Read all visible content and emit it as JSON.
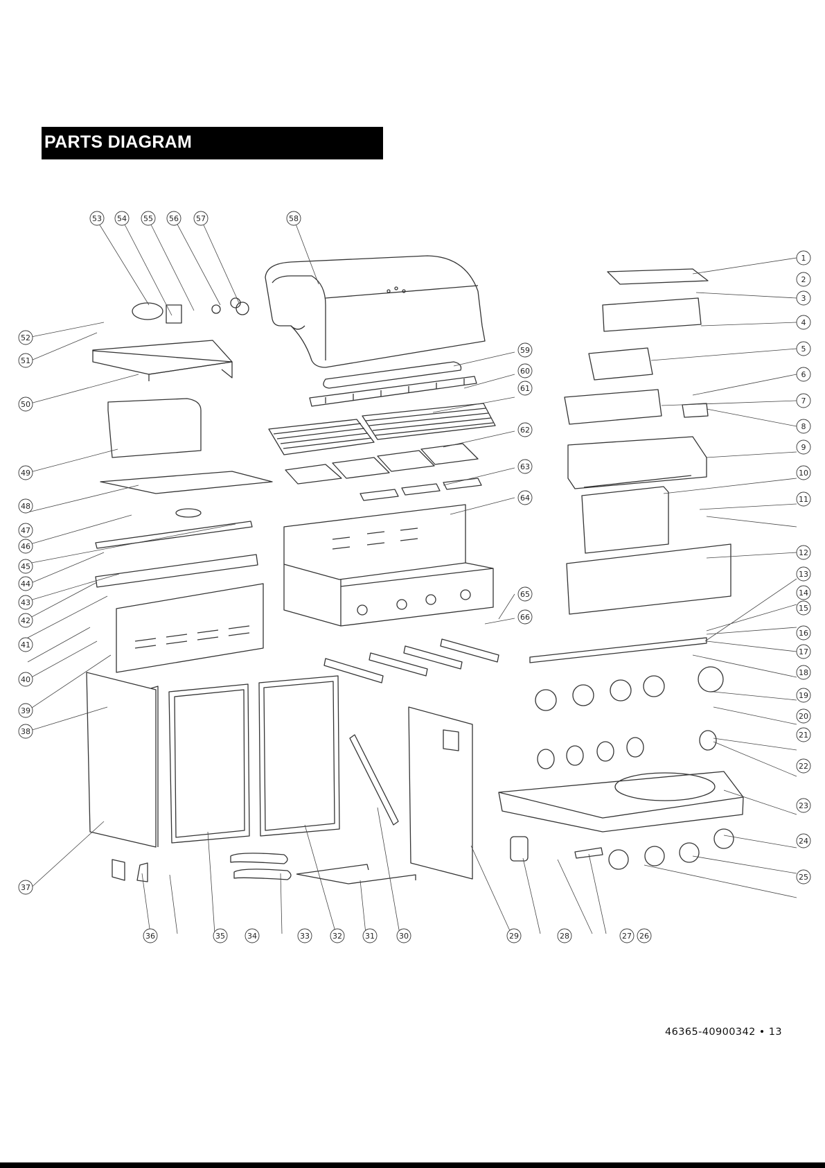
{
  "header": {
    "title": "PARTS DIAGRAM"
  },
  "footer": {
    "page_ref": "46365-40900342 • 13"
  },
  "diagram": {
    "callouts": [
      "1",
      "2",
      "3",
      "4",
      "5",
      "6",
      "7",
      "8",
      "9",
      "10",
      "11",
      "12",
      "13",
      "14",
      "15",
      "16",
      "17",
      "18",
      "19",
      "20",
      "21",
      "22",
      "23",
      "24",
      "25",
      "26",
      "27",
      "28",
      "29",
      "30",
      "31",
      "32",
      "33",
      "34",
      "35",
      "36",
      "37",
      "38",
      "39",
      "40",
      "41",
      "42",
      "43",
      "44",
      "45",
      "46",
      "47",
      "48",
      "49",
      "50",
      "51",
      "52",
      "53",
      "54",
      "55",
      "56",
      "57",
      "58",
      "59",
      "60",
      "61",
      "62",
      "63",
      "64",
      "65",
      "66"
    ]
  },
  "colors": {
    "header_bg": "#000000",
    "header_text": "#ffffff",
    "line": "#333333"
  }
}
